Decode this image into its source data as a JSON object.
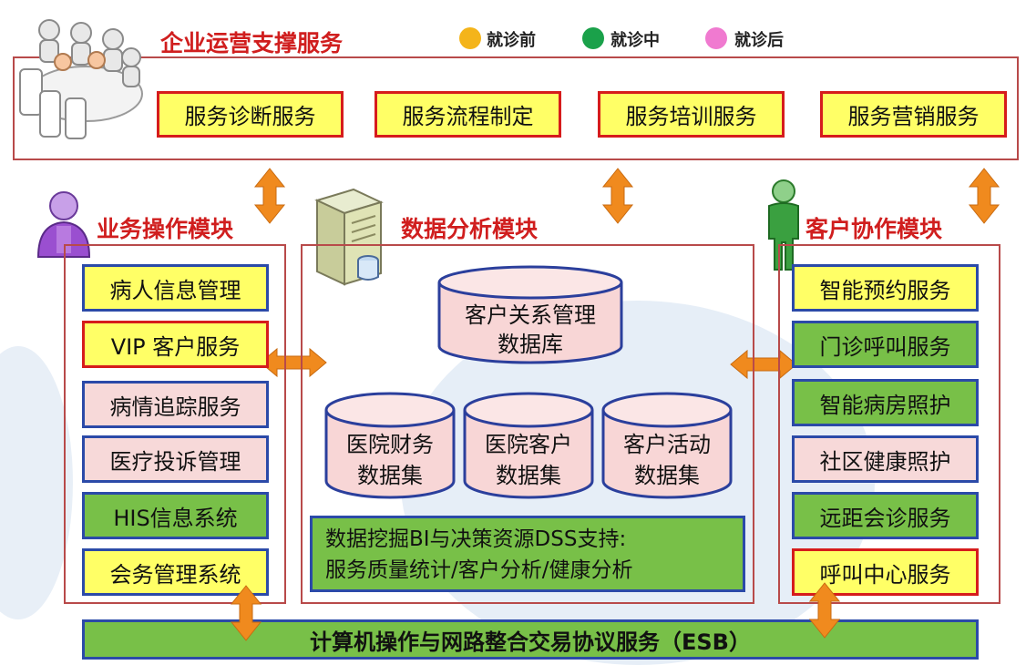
{
  "colors": {
    "frame": "#b84a4a",
    "title": "#d01e1e",
    "yellow": "#ffff66",
    "green": "#78c048",
    "pink": "#f7d9d9",
    "blue_border": "#2b4aa8",
    "red_border": "#d61c1c",
    "arrow": "#f08a1e",
    "cylinder_fill": "#f8d6d6",
    "cylinder_stroke": "#2b3f9c"
  },
  "legend": [
    {
      "label": "就诊前",
      "color": "#f4b41a"
    },
    {
      "label": "就诊中",
      "color": "#1aa14a"
    },
    {
      "label": "就诊后",
      "color": "#f07ad0"
    }
  ],
  "top": {
    "title": "企业运营支撑服务",
    "icon": "meeting-people-icon",
    "items": [
      "服务诊断服务",
      "服务流程制定",
      "服务培训服务",
      "服务营销服务"
    ]
  },
  "left": {
    "title": "业务操作模块",
    "icon": "person-purple-icon",
    "items": [
      "病人信息管理",
      "VIP 客户服务",
      "病情追踪服务",
      "医疗投诉管理",
      "HIS信息系统",
      "会务管理系统"
    ]
  },
  "center": {
    "title": "数据分析模块",
    "icon": "server-icon",
    "main_db": [
      "客户关系管理",
      "数据库"
    ],
    "datasets": [
      [
        "医院财务",
        "数据集"
      ],
      [
        "医院客户",
        "数据集"
      ],
      [
        "客户活动",
        "数据集"
      ]
    ],
    "support": [
      "数据挖掘BI与决策资源DSS支持:",
      "服务质量统计/客户分析/健康分析"
    ]
  },
  "right": {
    "title": "客户协作模块",
    "icon": "person-green-icon",
    "items": [
      "智能预约服务",
      "门诊呼叫服务",
      "智能病房照护",
      "社区健康照护",
      "远距会诊服务",
      "呼叫中心服务"
    ]
  },
  "bottom": {
    "label": "计算机操作与网路整合交易协议服务（ESB）"
  }
}
